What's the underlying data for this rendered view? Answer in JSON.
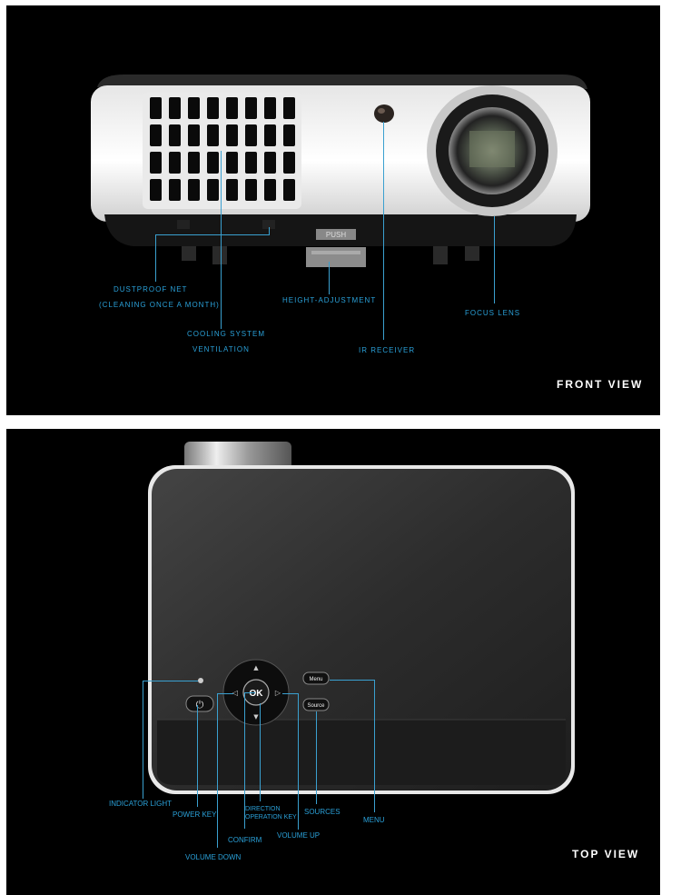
{
  "front_view": {
    "title": "FRONT VIEW",
    "device_label": "PUSH",
    "callouts": {
      "dustproof_line1": "DUSTPROOF NET",
      "dustproof_line2": "(CLEANING ONCE A MONTH)",
      "height_adjustment": "HEIGHT-ADJUSTMENT",
      "focus_lens": "FOCUS LENS",
      "cooling_line1": "COOLING SYSTEM",
      "cooling_line2": "VENTILATION",
      "ir_receiver": "IR RECEIVER"
    }
  },
  "top_view": {
    "title": "TOP VIEW",
    "buttons": {
      "ok": "OK",
      "menu": "Menu",
      "source": "Source"
    },
    "callouts": {
      "indicator_light": "INDICATOR LIGHT",
      "power_key": "POWER KEY",
      "direction_line1": "DIRECTION",
      "direction_line2": "OPERATION KEY",
      "confirm": "CONFIRM",
      "volume_up": "VOLUME UP",
      "sources": "SOURCES",
      "menu": "MENU",
      "volume_down": "VOLUME DOWN"
    }
  },
  "colors": {
    "background": "#000000",
    "callout_text": "#2aa0d8",
    "leader_line": "#3aa0d0",
    "title_text": "#ffffff"
  }
}
